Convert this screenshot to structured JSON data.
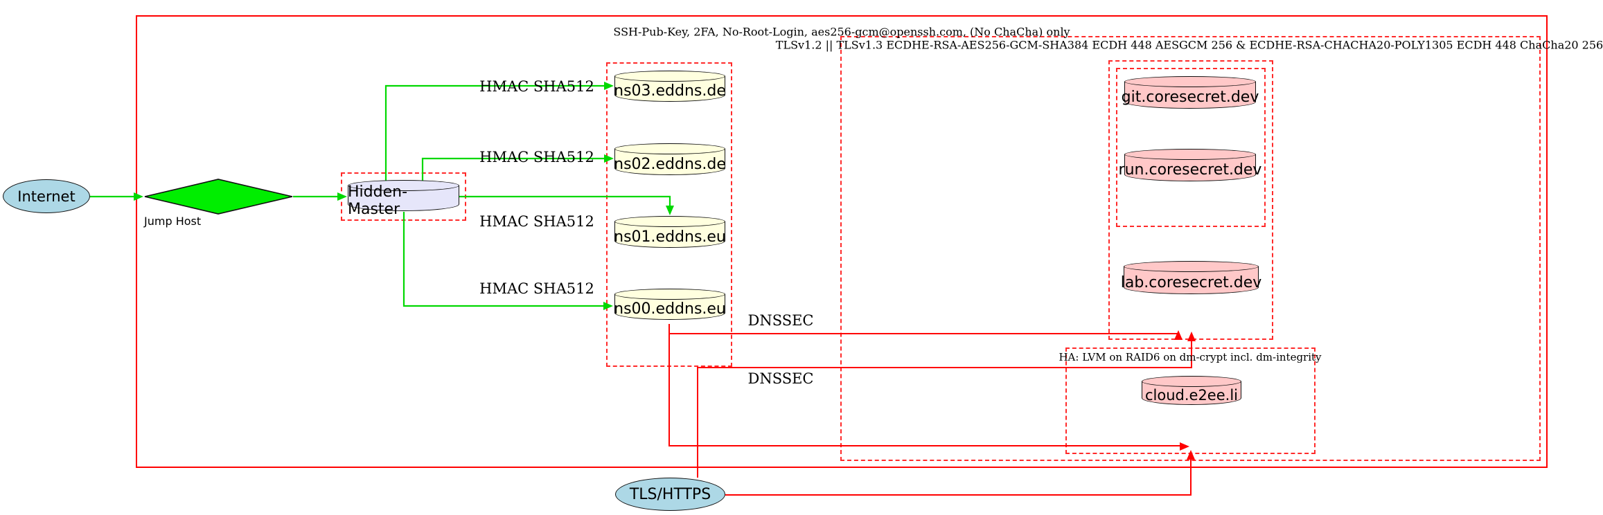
{
  "clusters": {
    "ssh": {
      "label": "SSH-Pub-Key, 2FA, No-Root-Login, aes256-gcm@openssh.com, (No ChaCha) only"
    },
    "tls": {
      "label": "TLSv1.2 || TLSv1.3 ECDHE-RSA-AES256-GCM-SHA384 ECDH 448 AESGCM 256 & ECDHE-RSA-CHACHA20-POLY1305 ECDH 448 ChaCha20 256"
    },
    "ha": {
      "label": "HA: LVM on RAID6 on dm-crypt incl. dm-integrity"
    }
  },
  "nodes": {
    "internet": {
      "label": "Internet",
      "shape": "ellipse",
      "fill": "#add8e6"
    },
    "jump_host": {
      "label": "Jump Host",
      "shape": "diamond",
      "fill": "#00ee00"
    },
    "hidden_master": {
      "label": "Hidden-Master",
      "shape": "cylinder",
      "fill": "#e6e6fa"
    },
    "ns03": {
      "label": "ns03.eddns.de",
      "shape": "cylinder",
      "fill": "#ffffdf"
    },
    "ns02": {
      "label": "ns02.eddns.de",
      "shape": "cylinder",
      "fill": "#ffffdf"
    },
    "ns01": {
      "label": "ns01.eddns.eu",
      "shape": "cylinder",
      "fill": "#ffffdf"
    },
    "ns00": {
      "label": "ns00.eddns.eu",
      "shape": "cylinder",
      "fill": "#ffffdf"
    },
    "git": {
      "label": "git.coresecret.dev",
      "shape": "cylinder",
      "fill": "#ffc8c8"
    },
    "run": {
      "label": "run.coresecret.dev",
      "shape": "cylinder",
      "fill": "#ffc8c8"
    },
    "lab": {
      "label": "lab.coresecret.dev",
      "shape": "cylinder",
      "fill": "#ffc8c8"
    },
    "cloud": {
      "label": "cloud.e2ee.li",
      "shape": "cylinder",
      "fill": "#ffc8c8"
    },
    "tls_https": {
      "label": "TLS/HTTPS",
      "shape": "ellipse",
      "fill": "#add8e6"
    }
  },
  "edge_labels": {
    "hmac": "HMAC SHA512",
    "dnssec": "DNSSEC"
  },
  "colors": {
    "edge_green": "#00d800",
    "edge_red": "#ff0000",
    "cluster_solid_border": "#ff0000",
    "cluster_dashed_border": "#ff2a2a",
    "node_border": "#101010",
    "fill_lightblue": "#add8e6",
    "fill_green": "#00ee00",
    "fill_lavender": "#e6e6fa",
    "fill_lightyellow": "#ffffdf",
    "fill_pink": "#ffc8c8"
  }
}
